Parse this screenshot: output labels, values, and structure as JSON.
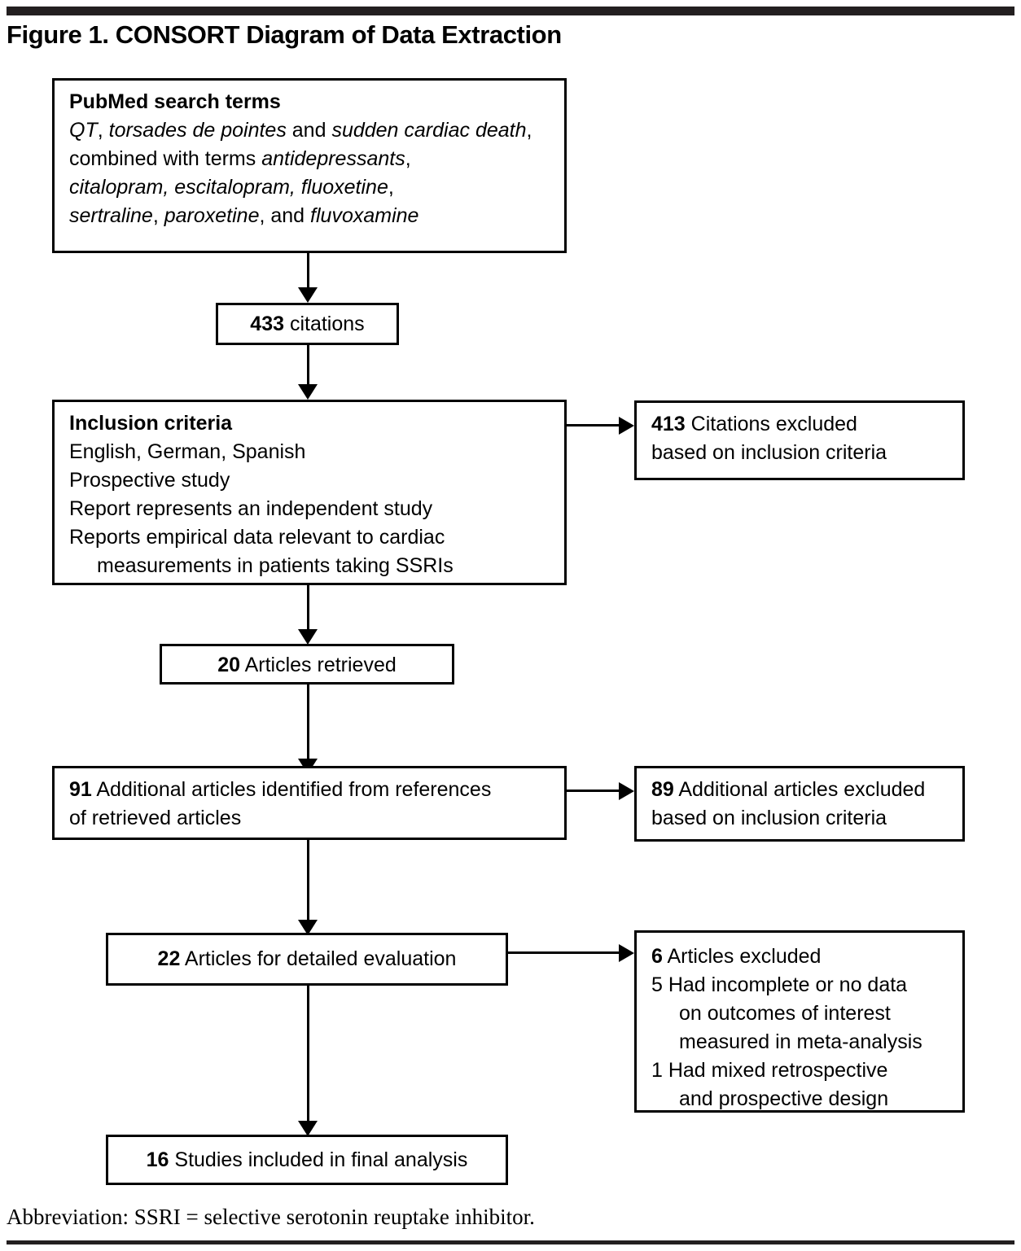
{
  "figure": {
    "title": "Figure 1. CONSORT Diagram of Data Extraction",
    "footnote": "Abbreviation: SSRI = selective serotonin reuptake inhibitor."
  },
  "boxes": {
    "search": {
      "heading": "PubMed search terms",
      "line1_a": "QT",
      "line1_b": ", ",
      "line1_c": "torsades de pointes",
      "line1_d": " and ",
      "line1_e": "sudden cardiac death",
      "line1_f": ",",
      "line2_a": "combined with terms ",
      "line2_b": "antidepressants",
      "line2_c": ",",
      "line3_a": "citalopram, escitalopram, fluoxetine",
      "line3_b": ",",
      "line4_a": "sertraline",
      "line4_b": ", ",
      "line4_c": "paroxetine",
      "line4_d": ", and ",
      "line4_e": "fluvoxamine"
    },
    "citations": {
      "count": "433",
      "label": " citations"
    },
    "inclusion": {
      "heading": "Inclusion criteria",
      "line1": "English, German, Spanish",
      "line2": "Prospective study",
      "line3": "Report represents an independent study",
      "line4": "Reports empirical data relevant to cardiac",
      "line5": "measurements in patients taking SSRIs"
    },
    "citations_excluded": {
      "count": "413",
      "line1": " Citations excluded",
      "line2": "based on inclusion criteria"
    },
    "retrieved": {
      "count": "20",
      "label": " Articles retrieved"
    },
    "additional": {
      "count": "91",
      "line1": " Additional articles identified from references",
      "line2": "of retrieved articles"
    },
    "additional_excluded": {
      "count": "89",
      "line1": " Additional articles excluded",
      "line2": "based on inclusion criteria"
    },
    "detailed": {
      "count": "22",
      "label": " Articles for detailed evaluation"
    },
    "articles_excluded": {
      "count": "6",
      "line1": " Articles excluded",
      "line2": "5 Had incomplete or no data",
      "line3": "on outcomes of interest",
      "line4": "measured in meta-analysis",
      "line5": "1 Had mixed retrospective",
      "line6": "and prospective design"
    },
    "final": {
      "count": "16",
      "label": " Studies included in final analysis"
    }
  },
  "chart_data": {
    "type": "diagram",
    "title": "Figure 1. CONSORT Diagram of Data Extraction",
    "flow": [
      {
        "id": "search",
        "label": "PubMed search terms",
        "n": null
      },
      {
        "id": "citations",
        "label": "citations",
        "n": 433
      },
      {
        "id": "inclusion",
        "label": "Inclusion criteria",
        "n": null
      },
      {
        "id": "citations_excluded",
        "label": "Citations excluded based on inclusion criteria",
        "n": 413
      },
      {
        "id": "retrieved",
        "label": "Articles retrieved",
        "n": 20
      },
      {
        "id": "additional",
        "label": "Additional articles identified from references of retrieved articles",
        "n": 91
      },
      {
        "id": "additional_excluded",
        "label": "Additional articles excluded based on inclusion criteria",
        "n": 89
      },
      {
        "id": "detailed",
        "label": "Articles for detailed evaluation",
        "n": 22
      },
      {
        "id": "articles_excluded",
        "label": "Articles excluded",
        "n": 6
      },
      {
        "id": "final",
        "label": "Studies included in final analysis",
        "n": 16
      }
    ],
    "edges": [
      {
        "from": "search",
        "to": "citations",
        "dir": "down"
      },
      {
        "from": "citations",
        "to": "inclusion",
        "dir": "down"
      },
      {
        "from": "inclusion",
        "to": "citations_excluded",
        "dir": "right"
      },
      {
        "from": "inclusion",
        "to": "retrieved",
        "dir": "down"
      },
      {
        "from": "retrieved",
        "to": "additional",
        "dir": "down"
      },
      {
        "from": "additional",
        "to": "additional_excluded",
        "dir": "right"
      },
      {
        "from": "additional",
        "to": "detailed",
        "dir": "down"
      },
      {
        "from": "detailed",
        "to": "articles_excluded",
        "dir": "right"
      },
      {
        "from": "detailed",
        "to": "final",
        "dir": "down"
      }
    ]
  }
}
